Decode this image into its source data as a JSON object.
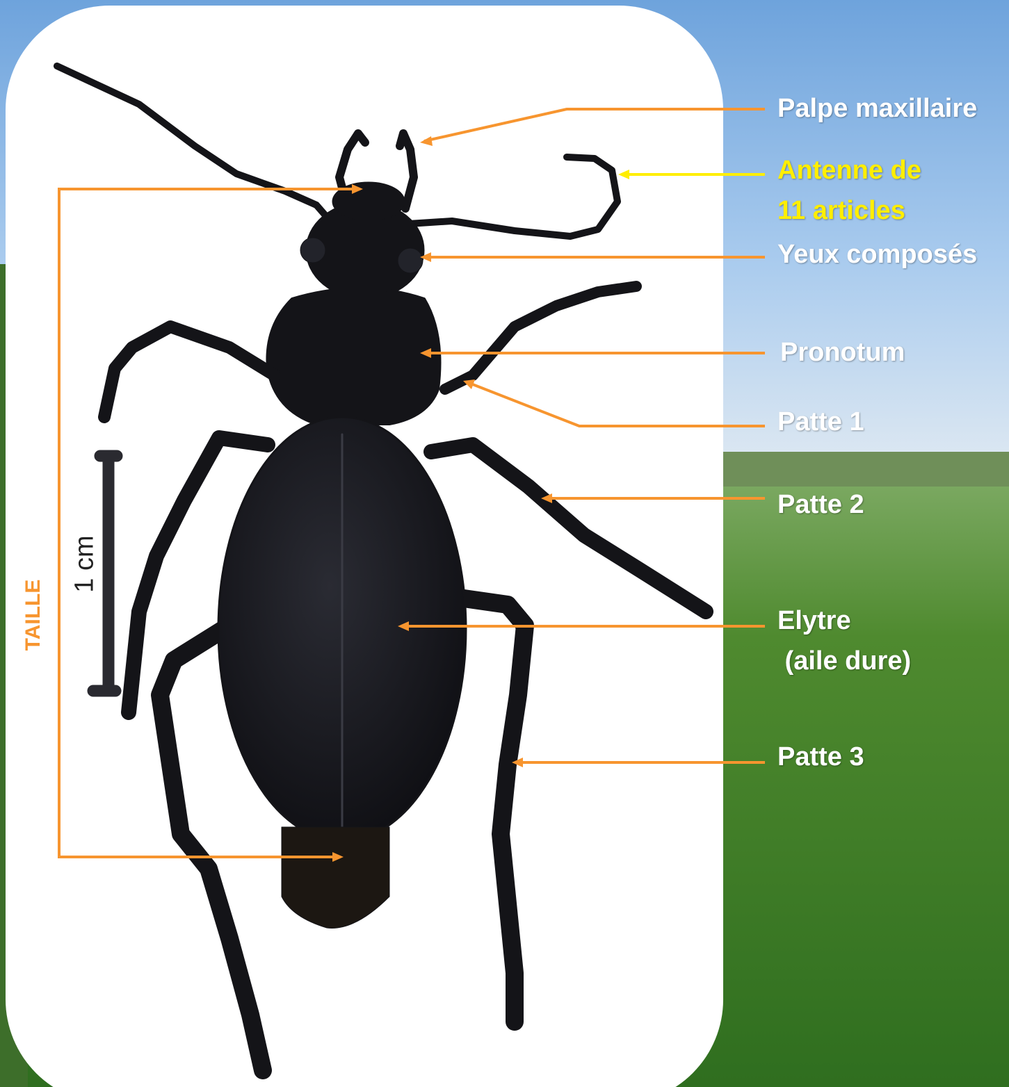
{
  "colors": {
    "arrow": "#f7952f",
    "antenna_highlight": "#ffee00",
    "label_text": "#ffffff",
    "sky": "#7fb0e0",
    "card": "#ffffff",
    "beetle": "#141418",
    "field": "#4f8a2f"
  },
  "labels": {
    "palpe": "Palpe maxillaire",
    "antenne": [
      "Antenne de",
      "11 articles"
    ],
    "yeux": "Yeux composés",
    "pronotum": "Pronotum",
    "patte1": "Patte 1",
    "patte2": "Patte 2",
    "elytre": [
      "Elytre",
      " (aile dure)"
    ],
    "patte3": "Patte 3"
  },
  "scale_bar": {
    "label": "1 cm"
  },
  "size_bracket": {
    "label": "TAILLE"
  }
}
